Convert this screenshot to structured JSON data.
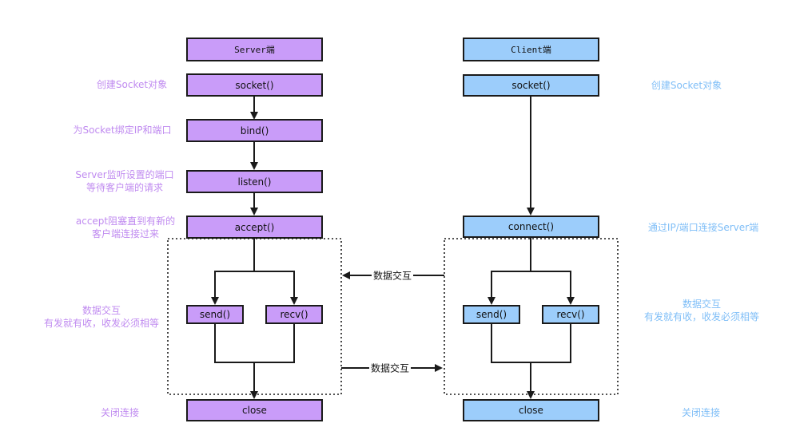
{
  "server": {
    "header": "Server端",
    "steps": {
      "socket": "socket()",
      "bind": "bind()",
      "listen": "listen()",
      "accept": "accept()",
      "send": "send()",
      "recv": "recv()",
      "close": "close"
    },
    "notes": {
      "create": "创建Socket对象",
      "bind": "为Socket绑定IP和端口",
      "listen_line1": "Server监听设置的端口",
      "listen_line2": "等待客户端的请求",
      "accept_line1": "accept阻塞直到有新的",
      "accept_line2": "客户端连接过来",
      "exchange_line1": "数据交互",
      "exchange_line2": "有发就有收，收发必须相等",
      "close": "关闭连接"
    }
  },
  "client": {
    "header": "Client端",
    "steps": {
      "socket": "socket()",
      "connect": "connect()",
      "send": "send()",
      "recv": "recv()",
      "close": "close"
    },
    "notes": {
      "create": "创建Socket对象",
      "connect": "通过IP/端口连接Server端",
      "exchange_line1": "数据交互",
      "exchange_line2": "有发就有收，收发必须相等",
      "close": "关闭连接"
    }
  },
  "exchange": {
    "top_label": "数据交互",
    "bottom_label": "数据交互"
  },
  "colors": {
    "server_fill": "#c99cf9",
    "client_fill": "#9ccdfb",
    "server_note": "#c08bf0",
    "client_note": "#7fbef7",
    "line": "#1a1a1a"
  }
}
